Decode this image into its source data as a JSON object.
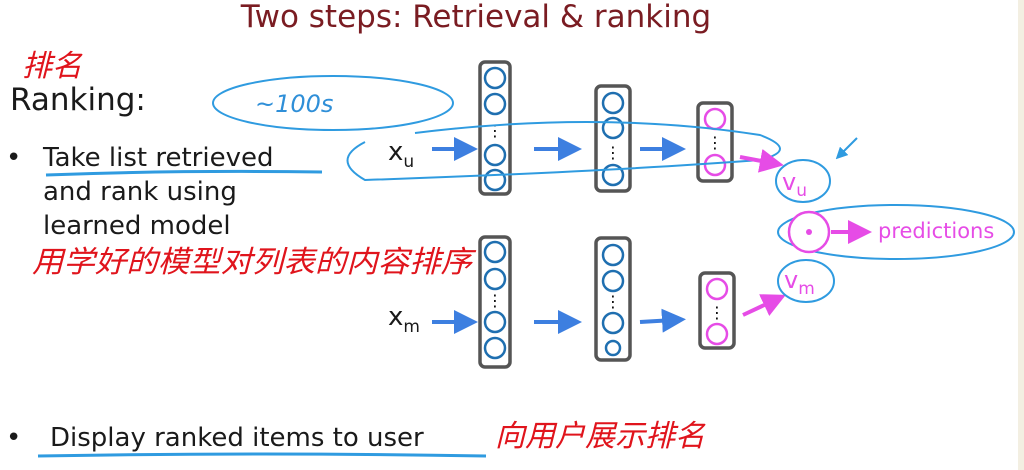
{
  "slide": {
    "title": "Two steps: Retrieval & ranking",
    "heading": "Ranking:",
    "bullets": [
      {
        "lines": [
          "Take list retrieved",
          "and rank using",
          "learned model"
        ]
      },
      {
        "lines": [
          "Display ranked items to user"
        ]
      }
    ],
    "bullet_glyph": "•"
  },
  "diagram": {
    "user_input": "x",
    "user_sub": "u",
    "movie_input": "x",
    "movie_sub": "m",
    "user_vector": "v",
    "user_vector_sub": "u",
    "movie_vector": "v",
    "movie_vector_sub": "m",
    "output_label": "predictions",
    "dots": "⋮"
  },
  "annotations": {
    "ranking_cn": "排名",
    "count_note": "~100s",
    "model_note_cn": "用学好的模型对列表的内容排序",
    "display_note_cn": "向用户展示排名"
  },
  "colors": {
    "title": "#7a1c22",
    "annotation_red": "#e0141c",
    "annotation_blue": "#2f9be0",
    "output_pink": "#e64ce6",
    "node_blue": "#1f6fb0"
  }
}
